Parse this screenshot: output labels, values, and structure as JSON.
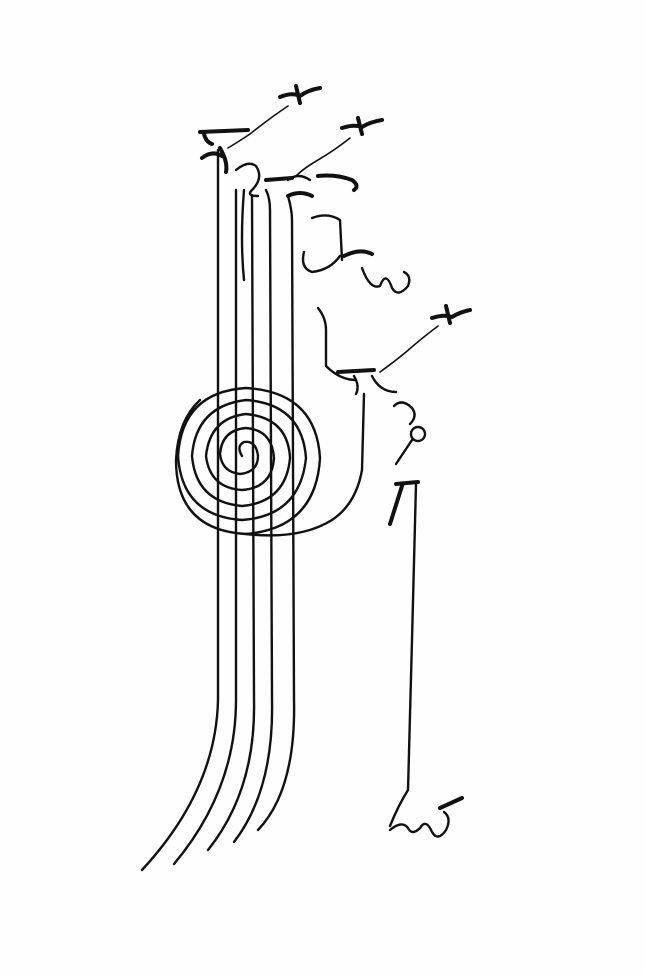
{
  "artwork": {
    "kind": "calligraphic drawing",
    "ink_color": "#111111",
    "paper_color": "#fefefe",
    "motifs": [
      "vertical-strokes",
      "spiral",
      "letterforms",
      "bird-marks"
    ]
  }
}
